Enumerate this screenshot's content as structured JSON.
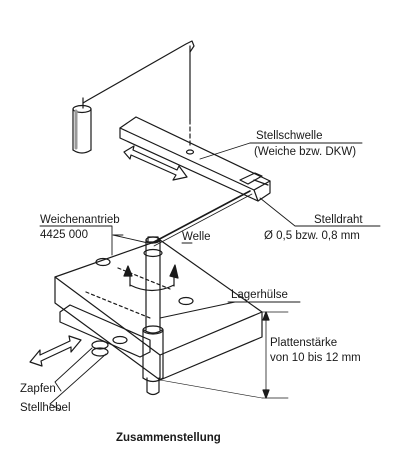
{
  "labels": {
    "stellschwelle": "Stellschwelle",
    "stellschwelle_note": "(Weiche bzw. DKW)",
    "weichenantrieb": "Weichenantrieb",
    "art_nr": "4425 000",
    "welle": "Welle",
    "stelldraht": "Stelldraht",
    "stelldraht_size": "Ø 0,5 bzw. 0,8 mm",
    "lagerhuelse": "Lagerhülse",
    "plattenstaerke": "Plattenstärke",
    "plattenstaerke_range": "von 10 bis 12 mm",
    "zapfen": "Zapfen",
    "stellhebel": "Stellhebel"
  },
  "caption": "Zusammenstellung",
  "colors": {
    "ink": "#1a1a1a",
    "paper": "#ffffff",
    "shade": "#9a9a9a"
  }
}
